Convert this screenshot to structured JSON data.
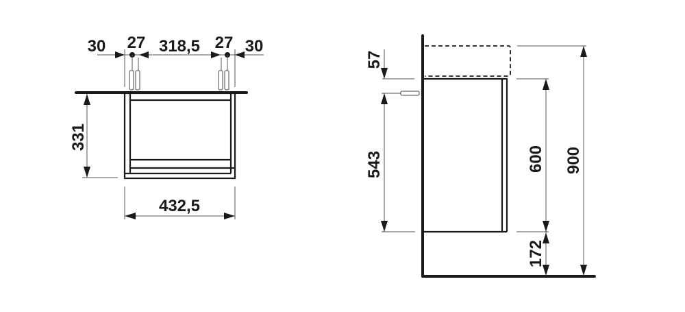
{
  "drawing": {
    "type": "technical-dimension-drawing",
    "units": "mm",
    "colors": {
      "line": "#1a1a1a",
      "dimension_line": "#555555",
      "background": "#ffffff"
    },
    "front_view": {
      "top_dims": {
        "left_margin": "30",
        "left_anchor_gap": "27",
        "center_span": "318,5",
        "right_anchor_gap": "27",
        "right_margin": "30"
      },
      "height": "331",
      "width": "432,5"
    },
    "side_view": {
      "top_offset": "57",
      "anchor_height": "543",
      "cabinet_height": "600",
      "total_height": "900",
      "floor_clearance": "172"
    }
  }
}
